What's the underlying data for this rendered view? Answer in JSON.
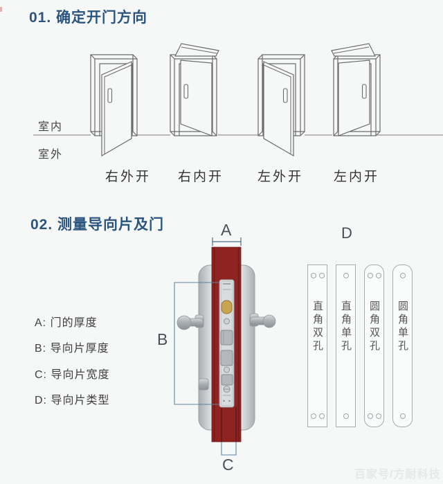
{
  "page": {
    "background": "#f6f7f7",
    "accent_blue": "#2b557f",
    "door_red": "#8d2422"
  },
  "section1": {
    "title": "01. 确定开门方向",
    "indoor_label": "室内",
    "outdoor_label": "室外",
    "door_labels": [
      "右外开",
      "右内开",
      "左外开",
      "左内开"
    ]
  },
  "section2": {
    "title": "02. 测量导向片及门",
    "legend": [
      "A: 门的厚度",
      "B: 导向片厚度",
      "C: 导向片宽度",
      "D: 导向片类型"
    ],
    "marker_a": "A",
    "marker_b": "B",
    "marker_c": "C",
    "marker_d": "D",
    "plates": [
      {
        "label": "直角双孔",
        "corner": "square",
        "holes": 2
      },
      {
        "label": "直角单孔",
        "corner": "square",
        "holes": 1
      },
      {
        "label": "圆角双孔",
        "corner": "round",
        "holes": 2
      },
      {
        "label": "圆角单孔",
        "corner": "round",
        "holes": 1
      }
    ]
  },
  "watermark": "百家号/方耐科技"
}
